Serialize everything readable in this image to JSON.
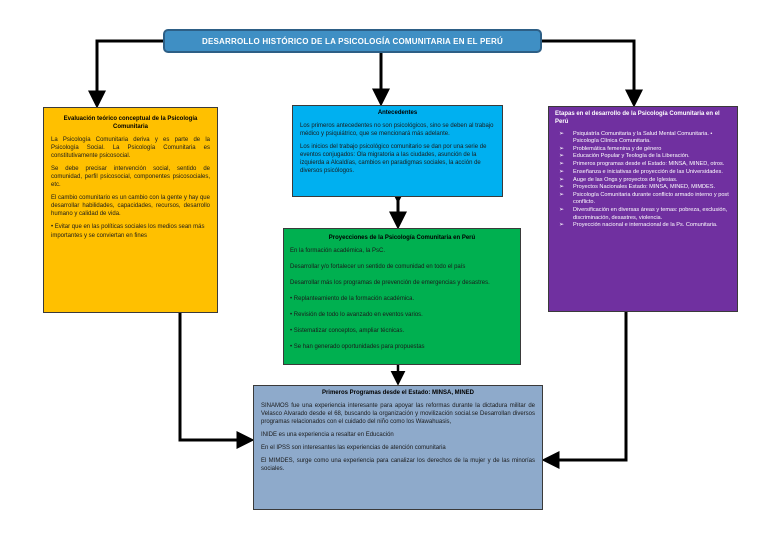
{
  "title": "DESARROLLO HISTÓRICO DE LA PSICOLOGÍA COMUNITARIA EN EL PERÚ",
  "evaluacion": {
    "header": "Evaluación teórico conceptual de la Psicología Comunitaria",
    "paragraphs": [
      "La Psicología Comunitaria deriva y es parte de la Psicología Social. La Psicología Comunitaria es constitutivamente psicosocial.",
      "Se debe precisar intervención social, sentido de comunidad, perfil psicosocial, componentes psicosociales, etc.",
      "El cambio comunitario es un cambio con la gente y hay que desarrollar habilidades, capacidades, recursos, desarrollo humano y calidad de vida.",
      "• Evitar que en las políticas sociales los medios sean más importantes y se conviertan en fines"
    ]
  },
  "antecedentes": {
    "header": "Antecedentes",
    "paragraphs": [
      "Los primeros antecedentes no son psicológicos, sino se deben al trabajo médico y psiquiátrico, que se mencionará más adelante.",
      "Los inicios del trabajo psicológico comunitario se dan por una serie de eventos conjugados: Ola migratoria a las ciudades, asunción de la izquierda a Alcaldías, cambios en paradigmas sociales, la acción de diversos psicólogos."
    ]
  },
  "etapas": {
    "header": "Etapas en el desarrollo de la Psicología Comunitaria en el Perú",
    "items": [
      "Psiquiatría Comunitaria y la Salud Mental Comunitaria. • Psicología Clínica Comunitaria.",
      "Problemática femenina y de género",
      "Educación Popular y Teología de la Liberación.",
      "Primeros programas desde el Estado: MINSA, MINED, otros.",
      "Enseñanza e iniciativas de proyección de las Universidades.",
      "Auge de las Ongs y proyectos de Iglesias.",
      "Proyectos Nacionales Estado: MINSA, MINED, MIMDES.",
      "Psicología Comunitaria durante conflicto armado interno y post conflicto.",
      "Diversificación en diversas áreas y temas: pobreza, exclusión, discriminación, desastres, violencia.",
      "Proyección nacional e internacional de la Ps. Comunitaria."
    ]
  },
  "proyecciones": {
    "header": "Proyecciones de la Psicología Comunitaria en Perú",
    "paragraphs": [
      "En la formación académica, la PsC.",
      "Desarrollar y/o fortalecer un sentido de comunidad en todo el país",
      "Desarrollar más los programas de prevención de emergencias y desastres.",
      "• Replanteamiento de la formación académica.",
      "• Revisión de todo lo avanzado en eventos varios.",
      "• Sistematizar conceptos, ampliar técnicas.",
      "• Se han generado oportunidades para propuestas"
    ]
  },
  "programas": {
    "header": "Primeros Programas desde el Estado: MINSA, MINED",
    "paragraphs": [
      "SINAMOS fue una experiencia interesante para apoyar las reformas durante la dictadura militar de Velasco Alvarado desde el 68, buscando la organización y movilización social.se Desarrollan diversos programas relacionados con el cuidado del niño como los Wawahuasis,",
      "INIDE es una experiencia a resaltar en Educación",
      "En el IPSS son interesantes las experiencias de atención comunitaria",
      "El MIMDES, surge como una experiencia para canalizar los derechos de la mujer y de las minorías sociales."
    ]
  },
  "colors": {
    "title_bg": "#3f8fc4",
    "evaluacion_bg": "#ffc000",
    "antecedentes_bg": "#00b0f0",
    "etapas_bg": "#7030a0",
    "proyecciones_bg": "#00b050",
    "programas_bg": "#8eaacb"
  }
}
